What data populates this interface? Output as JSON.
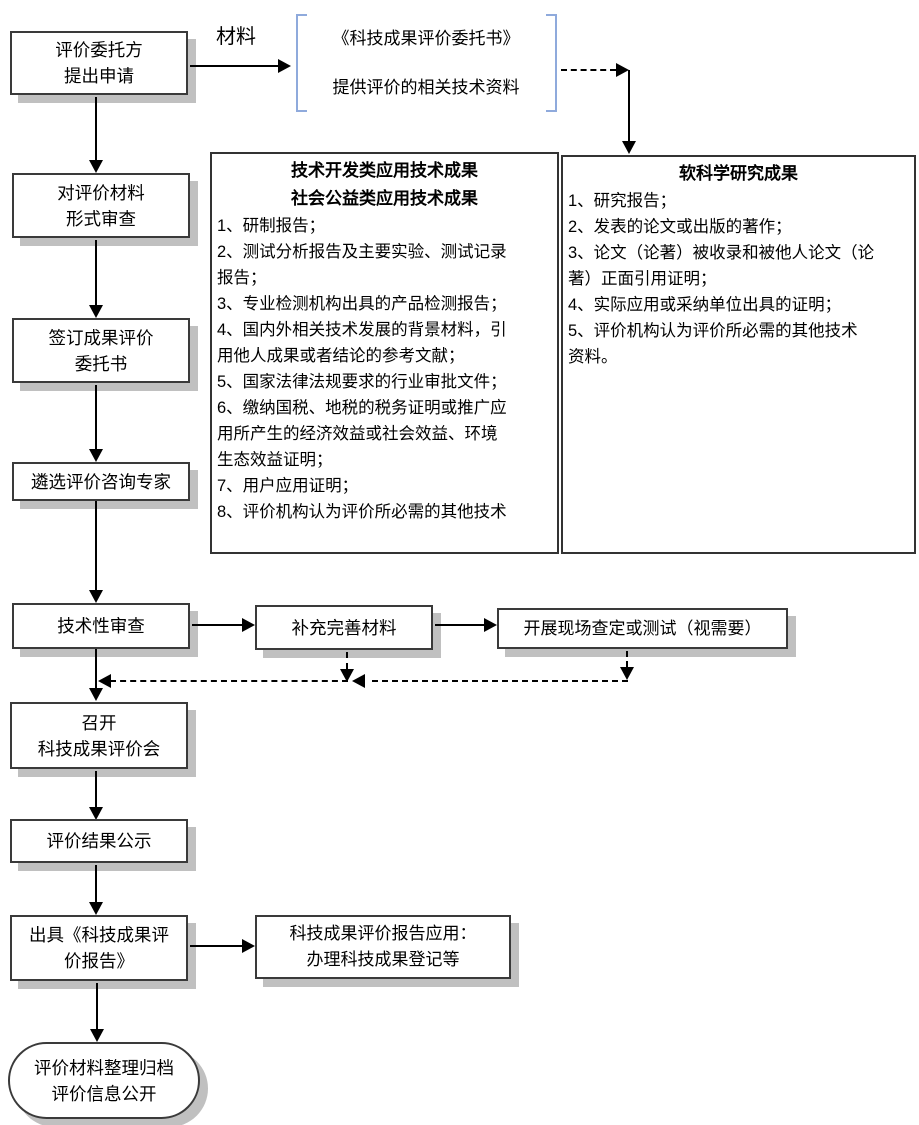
{
  "labels": {
    "material": "材料"
  },
  "bracket": {
    "line1": "《科技成果评价委托书》",
    "line2": "提供评价的相关技术资料"
  },
  "nodes": {
    "apply": "评价委托方\n提出申请",
    "form_review": "对评价材料\n形式审查",
    "sign_agreement": "签订成果评价\n委托书",
    "select_experts": "遴选评价咨询专家",
    "tech_review": "技术性审查",
    "supplement": "补充完善材料",
    "site_test": "开展现场查定或测试（视需要）",
    "meeting": "召开\n科技成果评价会",
    "publicity": "评价结果公示",
    "issue_report": "出具《科技成果评\n价报告》",
    "report_application": "科技成果评价报告应用：\n办理科技成果登记等",
    "archive": "评价材料整理归档\n评价信息公开"
  },
  "panels": {
    "applied": {
      "title1": "技术开发类应用技术成果",
      "title2": "社会公益类应用技术成果",
      "items": [
        "1、研制报告；",
        "2、测试分析报告及主要实验、测试记录\n报告；",
        "3、专业检测机构出具的产品检测报告；",
        "4、国内外相关技术发展的背景材料，引\n用他人成果或者结论的参考文献；",
        "5、国家法律法规要求的行业审批文件；",
        "6、缴纳国税、地税的税务证明或推广应\n用所产生的经济效益或社会效益、环境\n生态效益证明；",
        "7、用户应用证明；",
        "8、评价机构认为评价所必需的其他技术"
      ]
    },
    "soft": {
      "title": "软科学研究成果",
      "items": [
        "1、研究报告；",
        "2、发表的论文或出版的著作；",
        "3、论文（论著）被收录和被他人论文（论\n著）正面引用证明；",
        "4、实际应用或采纳单位出具的证明；",
        "5、评价机构认为评价所必需的其他技术\n资料。"
      ]
    }
  },
  "colors": {
    "line": "#000000",
    "shadow": "#c0c0c0",
    "bracket": "#8faadc",
    "border": "#3a3a3a"
  }
}
